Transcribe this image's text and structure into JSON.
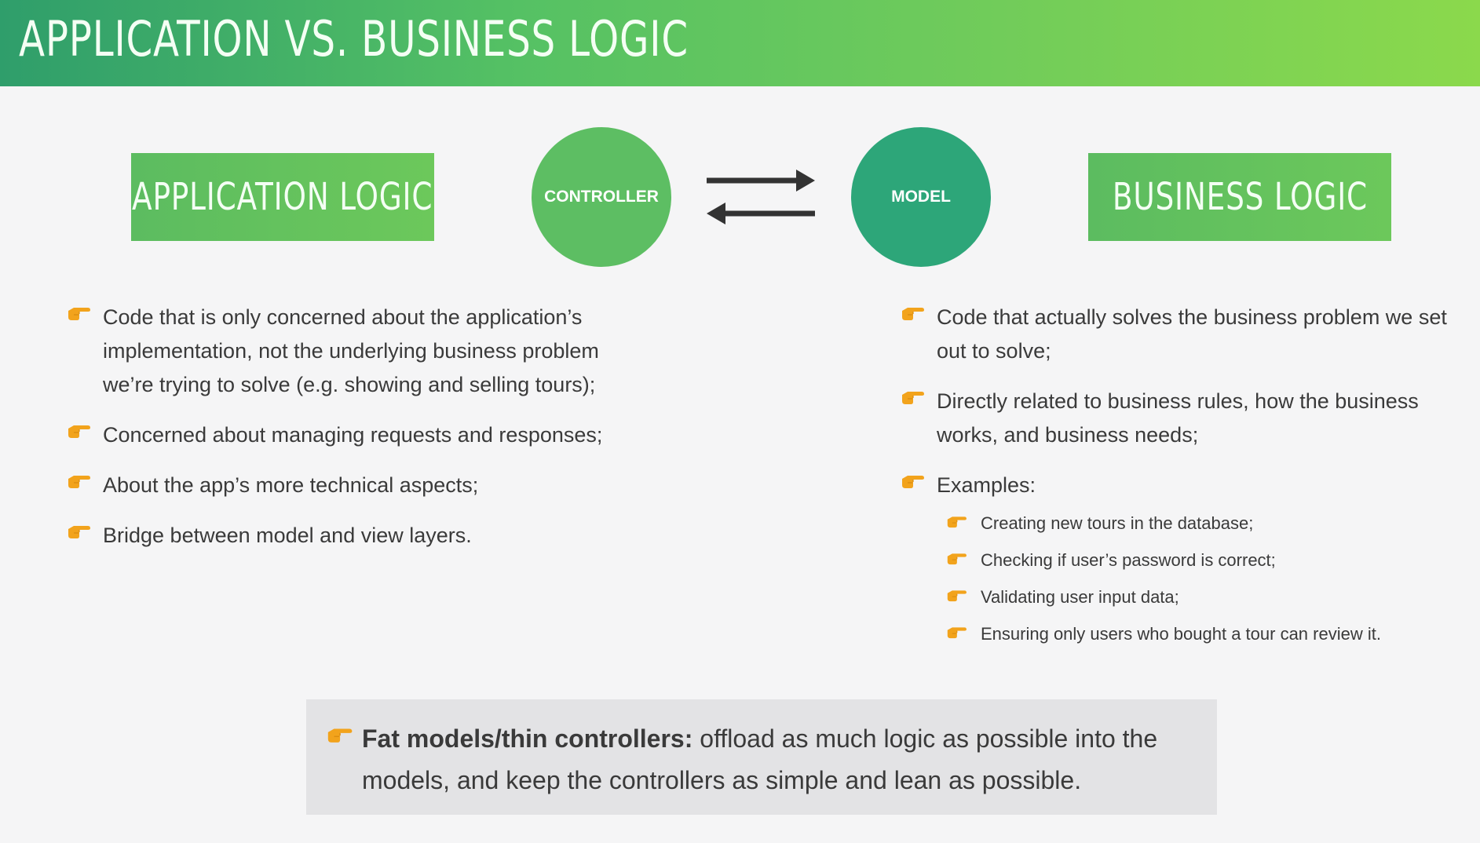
{
  "header": {
    "title": "APPLICATION VS. BUSINESS LOGIC"
  },
  "diagram": {
    "left_box": "APPLICATION LOGIC",
    "controller": "CONTROLLER",
    "model": "MODEL",
    "right_box": "BUSINESS LOGIC"
  },
  "application_logic": {
    "items": [
      "Code that is only concerned about the application’s implementation, not the underlying business problem we’re trying to solve (e.g. showing and selling tours);",
      "Concerned about managing requests and responses;",
      "About the app’s more technical aspects;",
      "Bridge between model and view layers."
    ]
  },
  "business_logic": {
    "items": [
      "Code that actually solves the business problem we set out to solve;",
      "Directly related to business rules, how the business works, and business needs;",
      "Examples:"
    ],
    "examples": [
      "Creating new tours in the database;",
      "Checking if user’s password is correct;",
      "Validating user input data;",
      "Ensuring only users who bought a tour can review it."
    ]
  },
  "callout": {
    "bold": "Fat models/thin controllers:",
    "text": " offload as much logic as possible into the models, and keep the controllers as simple and lean as possible."
  },
  "colors": {
    "header_start": "#2f9e6b",
    "header_end": "#8bd94c",
    "logic_box": "#5cbc60",
    "controller_circle": "#5dbe63",
    "model_circle": "#2da679",
    "hand_icon": "#f2a31c",
    "callout_bg": "#e3e3e5"
  }
}
